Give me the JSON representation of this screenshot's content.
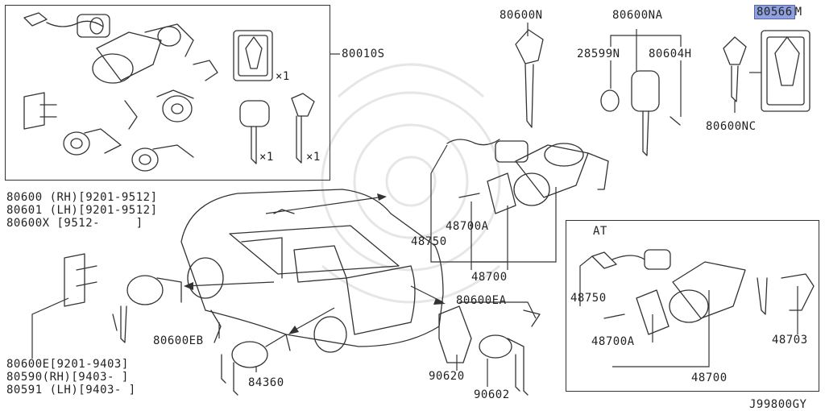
{
  "labels": {
    "p80010S": "80010S",
    "p80600N": "80600N",
    "p80600NA": "80600NA",
    "p28599N": "28599N",
    "p80604H": "80604H",
    "p80566M_hl": "80566",
    "p80566M_rest": "M",
    "p80600NC": "80600NC",
    "qty_x1_a": "×1",
    "qty_x1_b": "×1",
    "qty_x1_c": "×1",
    "p80600_rh": "80600 (RH)[9201-9512]",
    "p80601_lh": "80601 (LH)[9201-9512]",
    "p80600X": "80600X [9512-     ]",
    "p48750_top": "48750",
    "p48700A_top": "48700A",
    "p48700_top": "48700",
    "at_label": "AT",
    "p48750_at": "48750",
    "p48700A_at": "48700A",
    "p48700_at": "48700",
    "p48703": "48703",
    "p80600EA": "80600EA",
    "p80600EB": "80600EB",
    "p84360": "84360",
    "p90620": "90620",
    "p90602": "90602",
    "p80600E": "80600E[9201-9403]",
    "p80590": "80590(RH)[9403- ]",
    "p80591": "80591 (LH)[9403- ]",
    "diagram_code": "J99800GY"
  },
  "colors": {
    "line": "#333333",
    "highlight": "#8ea0dd",
    "watermark": "#e6e6e6"
  }
}
